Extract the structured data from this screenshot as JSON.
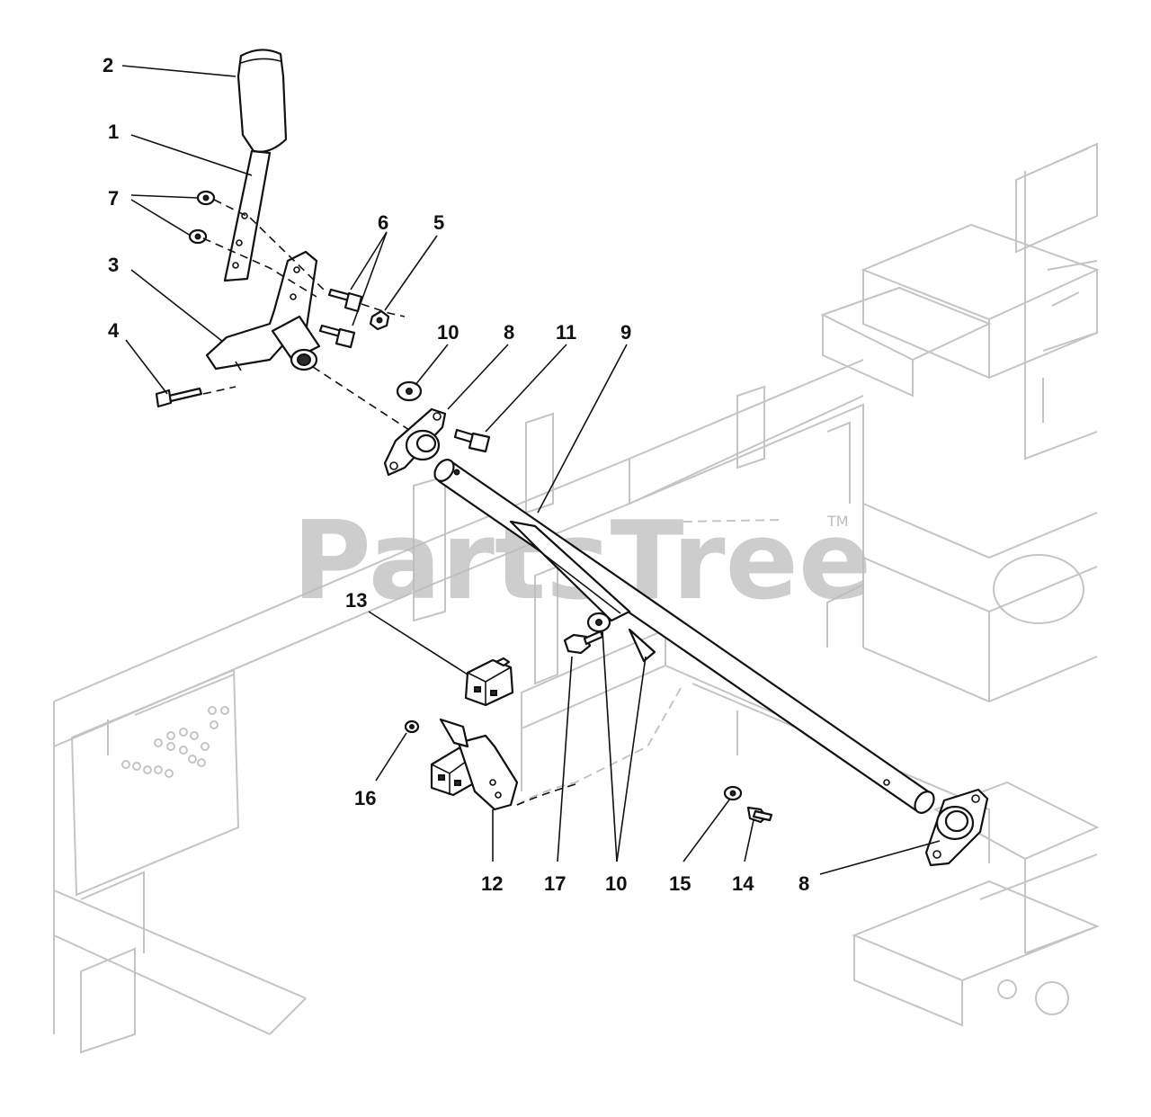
{
  "watermark": {
    "text": "PartsTree",
    "trademark": "TM"
  },
  "callouts": {
    "c1": "1",
    "c2": "2",
    "c3": "3",
    "c4": "4",
    "c5": "5",
    "c6": "6",
    "c7": "7",
    "c8a": "8",
    "c8b": "8",
    "c9": "9",
    "c10a": "10",
    "c10b": "10",
    "c11": "11",
    "c12": "12",
    "c13": "13",
    "c14": "14",
    "c15": "15",
    "c16": "16",
    "c17": "17"
  }
}
